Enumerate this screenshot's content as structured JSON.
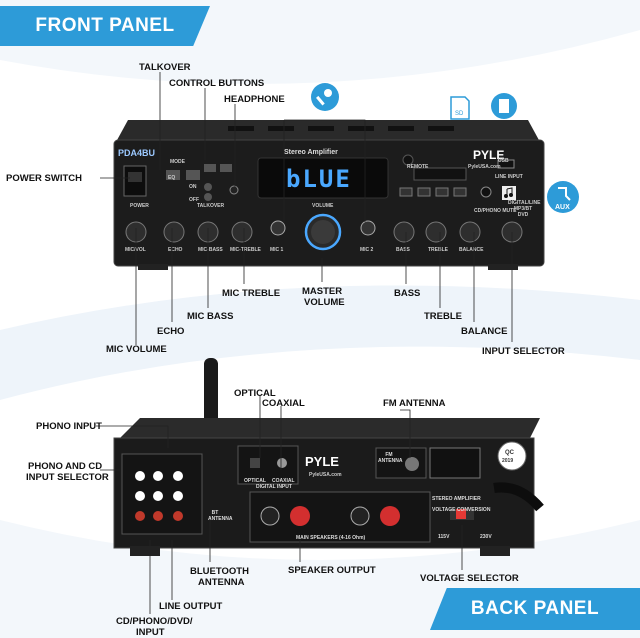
{
  "banners": {
    "front": "FRONT PANEL",
    "back": "BACK PANEL"
  },
  "front_panel": {
    "brand_model": "PDA4BU",
    "logo": "PYLE",
    "logo_url": "PyleUSA.com",
    "title": "Stereo Amplifier",
    "display_text": "bLUE",
    "remote_label": "REMOTE",
    "usb_label": "USB",
    "line_input_label": "LINE INPUT",
    "aux_label": "AUX",
    "sd_label": "SD",
    "panel_text": {
      "mode": "MODE",
      "on": "ON",
      "off": "OFF",
      "power": "POWER",
      "eq": "EQ",
      "talkover": "TALKOVER",
      "mic_vol": "MIC/VOL",
      "echo": "ECHO",
      "mic_bass": "MIC-BASS",
      "mic_treble": "MIC-TREBLE",
      "mic1": "MIC 1",
      "volume": "VOLUME",
      "mic2": "MIC 2",
      "bass": "BASS",
      "treble": "TREBLE",
      "balance": "BALANCE",
      "cd_phono": "CD/PHONO MUTE",
      "digital_line": "DIGITAL/LINE MP3/BT DVD"
    },
    "callouts": {
      "talkover": "TALKOVER",
      "control_buttons": "CONTROL BUTTONS",
      "headphone": "HEADPHONE",
      "power_switch": "POWER SWITCH",
      "mic_treble": "MIC TREBLE",
      "master_volume_1": "MASTER",
      "master_volume_2": "VOLUME",
      "bass": "BASS",
      "mic_bass": "MIC BASS",
      "treble": "TREBLE",
      "echo": "ECHO",
      "balance": "BALANCE",
      "mic_volume": "MIC VOLUME",
      "input_selector": "INPUT SELECTOR"
    }
  },
  "back_panel": {
    "logo": "PYLE",
    "logo_url": "PyleUSA.com",
    "fm_label": "FM ANTENNA",
    "stereo_amp": "STEREO AMPLIFIER",
    "voltage_conversion": "VOLTAGE CONVERSION",
    "v115": "115V",
    "v230": "230V",
    "main_speakers": "MAIN SPEAKERS (4-16 Ohm)",
    "optical_label": "OPTICAL",
    "coaxial_label": "COAXIAL",
    "digital_input": "DIGITAL INPUT",
    "bt_antenna": "BT ANTENNA",
    "qc_stamp": "QC",
    "qc_year": "2019",
    "callouts": {
      "optical": "OPTICAL",
      "coaxial": "COAXIAL",
      "fm_antenna": "FM ANTENNA",
      "phono_input": "PHONO INPUT",
      "phono_cd_1": "PHONO AND CD",
      "phono_cd_2": "INPUT SELECTOR",
      "bluetooth_1": "BLUETOOTH",
      "bluetooth_2": "ANTENNA",
      "speaker_output": "SPEAKER OUTPUT",
      "voltage_selector": "VOLTAGE SELECTOR",
      "line_output": "LINE OUTPUT",
      "cd_phono_1": "CD/PHONO/DVD/",
      "cd_phono_2": "INPUT"
    }
  },
  "colors": {
    "accent": "#2d9bd8",
    "chassis": "#1a1a1a",
    "display": "#4aa8ff"
  }
}
